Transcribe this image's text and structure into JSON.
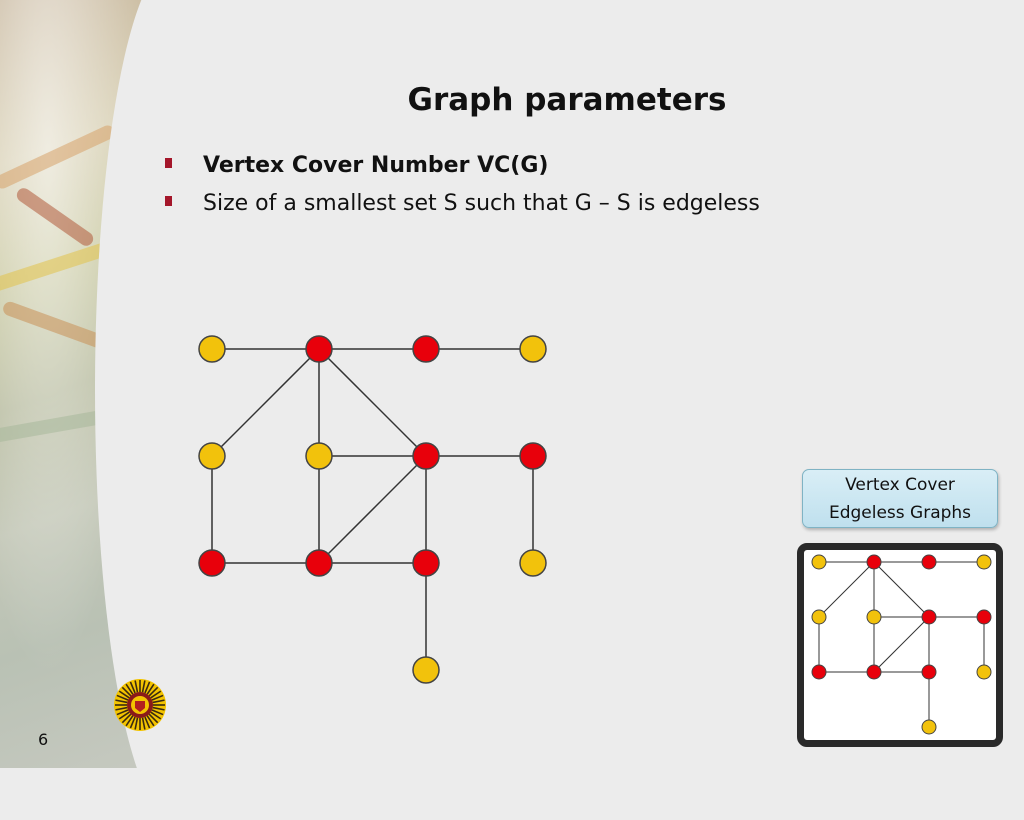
{
  "slide": {
    "title": "Graph parameters",
    "bullets": [
      {
        "text": "Vertex Cover Number VC(G)",
        "bold": true
      },
      {
        "text": "Size of a smallest set S such that G – S is edgeless",
        "bold": false
      }
    ],
    "page_number": "6"
  },
  "badge": {
    "line1": "Vertex Cover",
    "line2": "Edgeless Graphs"
  },
  "colors": {
    "in_cover": "#e8000b",
    "not_in_cover": "#f2c20c",
    "bullet_marker": "#a4162a",
    "edge": "#333333"
  },
  "graph": {
    "nodes": [
      {
        "id": "a1",
        "color": "yellow"
      },
      {
        "id": "a2",
        "color": "red"
      },
      {
        "id": "a3",
        "color": "red"
      },
      {
        "id": "a4",
        "color": "yellow"
      },
      {
        "id": "b1",
        "color": "yellow"
      },
      {
        "id": "b2",
        "color": "yellow"
      },
      {
        "id": "b3",
        "color": "red"
      },
      {
        "id": "b4",
        "color": "red"
      },
      {
        "id": "c1",
        "color": "red"
      },
      {
        "id": "c2",
        "color": "red"
      },
      {
        "id": "c3",
        "color": "red"
      },
      {
        "id": "c4",
        "color": "yellow"
      },
      {
        "id": "d3",
        "color": "yellow"
      }
    ],
    "edges": [
      [
        "a1",
        "a2"
      ],
      [
        "a2",
        "a3"
      ],
      [
        "a3",
        "a4"
      ],
      [
        "a2",
        "b1"
      ],
      [
        "a2",
        "b2"
      ],
      [
        "a2",
        "b3"
      ],
      [
        "b2",
        "b3"
      ],
      [
        "b3",
        "b4"
      ],
      [
        "b1",
        "c1"
      ],
      [
        "b2",
        "c2"
      ],
      [
        "b3",
        "c2"
      ],
      [
        "b3",
        "c3"
      ],
      [
        "b4",
        "c4"
      ],
      [
        "c1",
        "c2"
      ],
      [
        "c2",
        "c3"
      ],
      [
        "c3",
        "d3"
      ]
    ]
  }
}
